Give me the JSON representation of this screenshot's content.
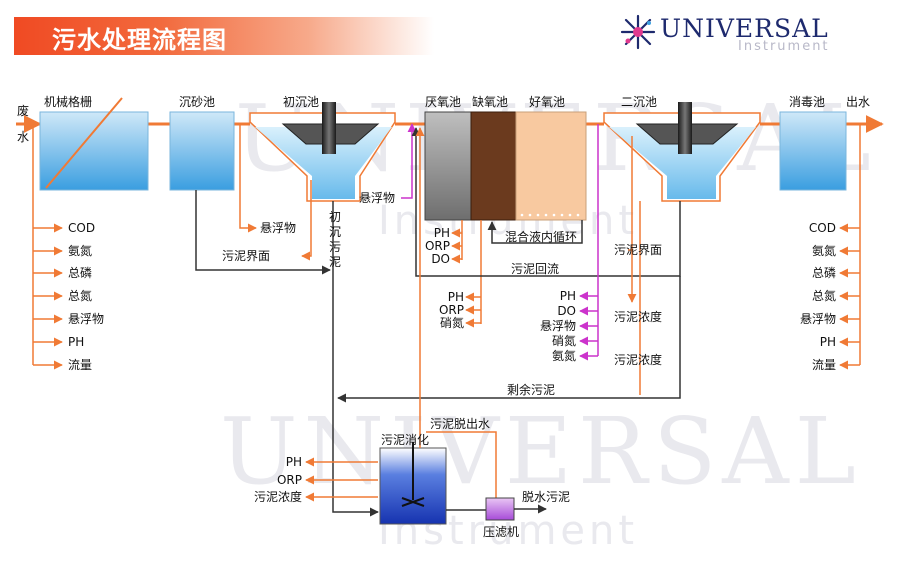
{
  "title": "污水处理流程图",
  "logo": {
    "name": "UNIVERSAL",
    "sub": "Instrument"
  },
  "watermark": {
    "name": "UNIVERSAL",
    "sub": "Instrument"
  },
  "units": {
    "grille": "机械格栅",
    "grit": "沉砂池",
    "primary": "初沉池",
    "anaerobic": "厌氧池",
    "anoxic": "缺氧池",
    "aerobic": "好氧池",
    "secondary": "二沉池",
    "disinfection": "消毒池",
    "digestion": "污泥消化",
    "press": "压滤机"
  },
  "io": {
    "inlet_1": "废",
    "inlet_2": "水",
    "outlet": "出水"
  },
  "inlet_params": [
    "COD",
    "氨氮",
    "总磷",
    "总氮",
    "悬浮物",
    "PH",
    "流量"
  ],
  "outlet_params": [
    "COD",
    "氨氮",
    "总磷",
    "总氮",
    "悬浮物",
    "PH",
    "流量"
  ],
  "labels": {
    "primary_ss": "悬浮物",
    "primary_blanket": "污泥界面",
    "primary_sludge_vertical": "初沉污泥",
    "ss_to_bio": "悬浮物",
    "internal_recycle": "混合液内循环",
    "sludge_return": "污泥回流",
    "secondary_blanket": "污泥界面",
    "secondary_conc_1": "污泥浓度",
    "secondary_conc_2": "污泥浓度",
    "excess_sludge": "剩余污泥",
    "dewater_water": "污泥脱出水",
    "dewatered_sludge": "脱水污泥"
  },
  "anaerobic_params": [
    "PH",
    "ORP",
    "DO"
  ],
  "anoxic_params": [
    "PH",
    "ORP",
    "硝氮"
  ],
  "aerobic_params": [
    "PH",
    "DO",
    "悬浮物",
    "硝氮",
    "氨氮"
  ],
  "digestion_params": [
    "PH",
    "ORP",
    "污泥浓度"
  ],
  "colors": {
    "orange": "#f07a35",
    "dark": "#333333",
    "magenta": "#cc33cc",
    "water": "#9fd4f2",
    "brown": "#6b3a1e",
    "beige": "#f8c9a0"
  }
}
